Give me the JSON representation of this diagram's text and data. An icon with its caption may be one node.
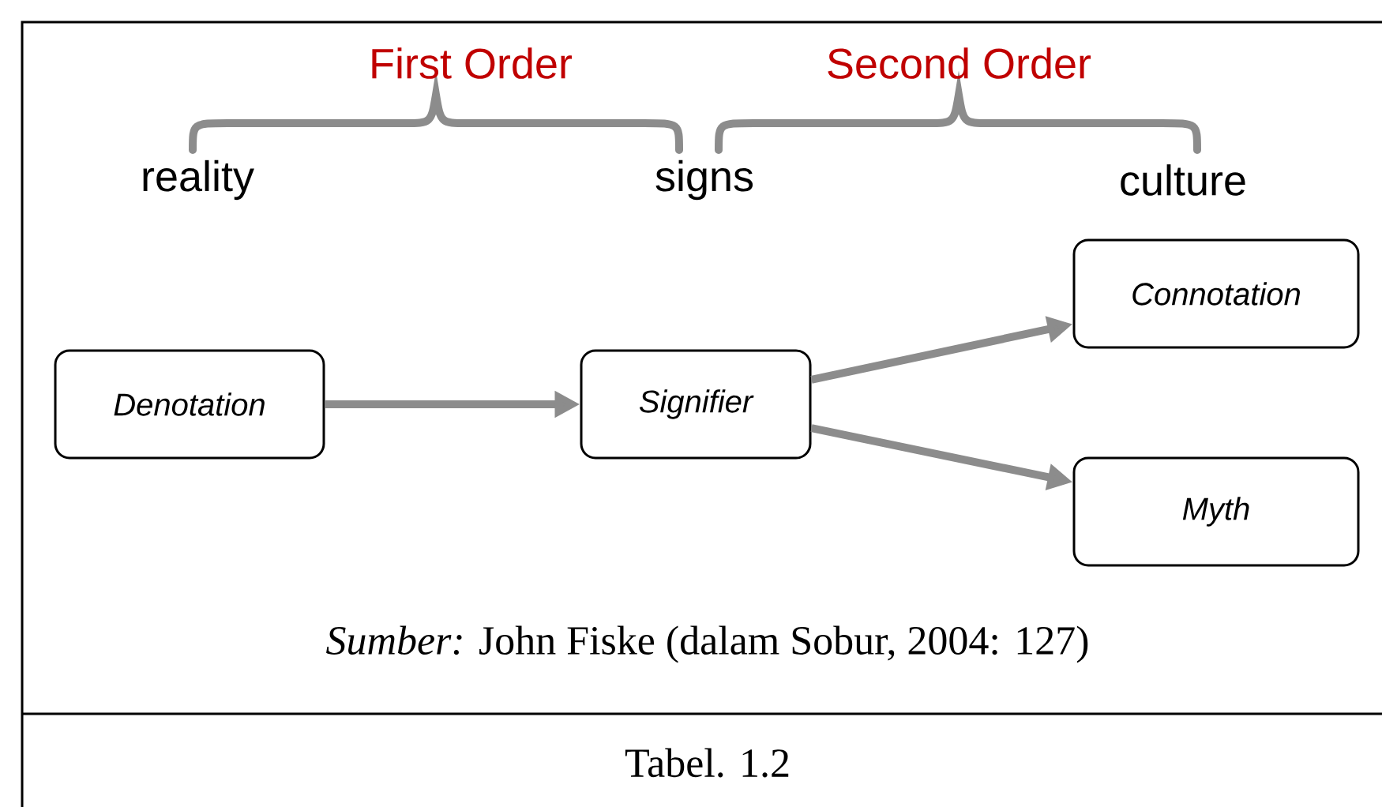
{
  "diagram": {
    "caption": "Tabel. 1.2",
    "nodes": [
      {
        "text": [
          "Denotation"
        ]
      },
      {
        "text": [
          "Signifier"
        ]
      },
      {
        "text": [
          "Connotation"
        ]
      },
      {
        "text": [
          "Myth"
        ]
      }
    ],
    "edges": [
      {
        "from": 0,
        "to": 1,
        "arrow": "to"
      },
      {
        "from": 1,
        "to": 2,
        "arrow": "to"
      },
      {
        "from": 1,
        "to": 3,
        "arrow": "to"
      }
    ],
    "labels": [
      "First Order",
      "Second Order",
      "reality",
      "signs",
      "culture",
      "*Sumber:* John Fiske  (dalam Sobur, 2004: 127)"
    ]
  }
}
